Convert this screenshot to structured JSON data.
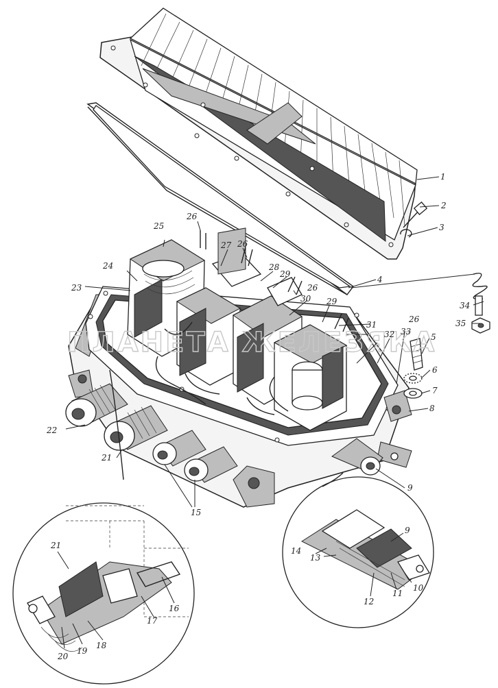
{
  "watermark": "ПЛАНЕТА ЖЕЛЕЗЯКА",
  "callouts": [
    {
      "id": "c1",
      "text": "1"
    },
    {
      "id": "c2",
      "text": "2"
    },
    {
      "id": "c3",
      "text": "3"
    },
    {
      "id": "c4",
      "text": "4"
    },
    {
      "id": "c5",
      "text": "5"
    },
    {
      "id": "c6",
      "text": "6"
    },
    {
      "id": "c7",
      "text": "7"
    },
    {
      "id": "c8",
      "text": "8"
    },
    {
      "id": "c9a",
      "text": "9"
    },
    {
      "id": "c9b",
      "text": "9"
    },
    {
      "id": "c10",
      "text": "10"
    },
    {
      "id": "c11",
      "text": "11"
    },
    {
      "id": "c12",
      "text": "12"
    },
    {
      "id": "c13",
      "text": "13"
    },
    {
      "id": "c14",
      "text": "14"
    },
    {
      "id": "c15",
      "text": "15"
    },
    {
      "id": "c16",
      "text": "16"
    },
    {
      "id": "c17",
      "text": "17"
    },
    {
      "id": "c18",
      "text": "18"
    },
    {
      "id": "c19",
      "text": "19"
    },
    {
      "id": "c20",
      "text": "20"
    },
    {
      "id": "c21a",
      "text": "21"
    },
    {
      "id": "c21b",
      "text": "21"
    },
    {
      "id": "c22",
      "text": "22"
    },
    {
      "id": "c23",
      "text": "23"
    },
    {
      "id": "c24",
      "text": "24"
    },
    {
      "id": "c25",
      "text": "25"
    },
    {
      "id": "c26a",
      "text": "26"
    },
    {
      "id": "c26b",
      "text": "26"
    },
    {
      "id": "c26c",
      "text": "26"
    },
    {
      "id": "c26d",
      "text": "26"
    },
    {
      "id": "c27",
      "text": "27"
    },
    {
      "id": "c28",
      "text": "28"
    },
    {
      "id": "c29a",
      "text": "29"
    },
    {
      "id": "c29b",
      "text": "29"
    },
    {
      "id": "c30",
      "text": "30"
    },
    {
      "id": "c31",
      "text": "31"
    },
    {
      "id": "c32",
      "text": "32"
    },
    {
      "id": "c33",
      "text": "33"
    },
    {
      "id": "c34",
      "text": "34"
    },
    {
      "id": "c35",
      "text": "35"
    }
  ]
}
